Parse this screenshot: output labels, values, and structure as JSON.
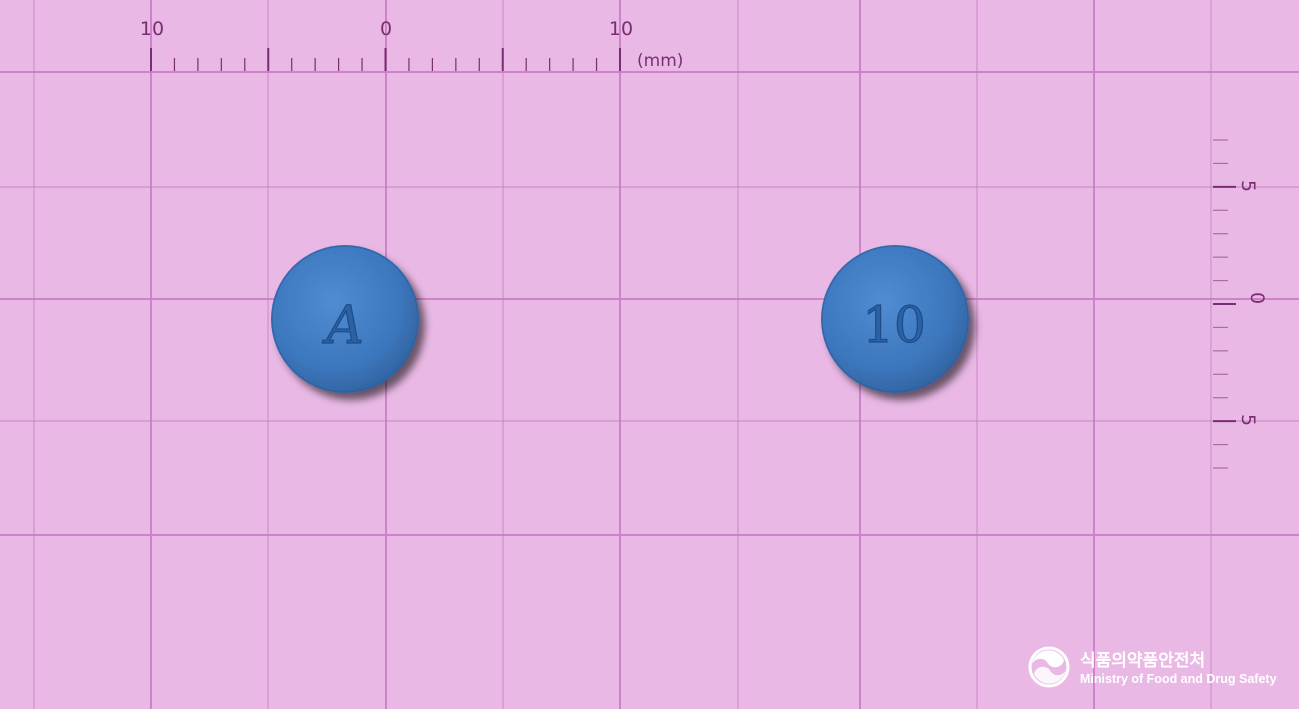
{
  "ruler_top": {
    "labels": [
      "10",
      "0",
      "10"
    ],
    "unit": "(mm)"
  },
  "ruler_right": {
    "labels": [
      "5",
      "0",
      "5"
    ]
  },
  "tablets": [
    {
      "imprint": "A",
      "color": "#3a7bc4"
    },
    {
      "imprint": "10",
      "color": "#3a7bc4"
    }
  ],
  "colors": {
    "background": "#e9b8e5",
    "grid_major": "#c97ec6",
    "ruler_ink": "#7a2e72"
  },
  "logo": {
    "name_ko": "식품의약품안전처",
    "name_en": "Ministry of Food and Drug Safety"
  }
}
